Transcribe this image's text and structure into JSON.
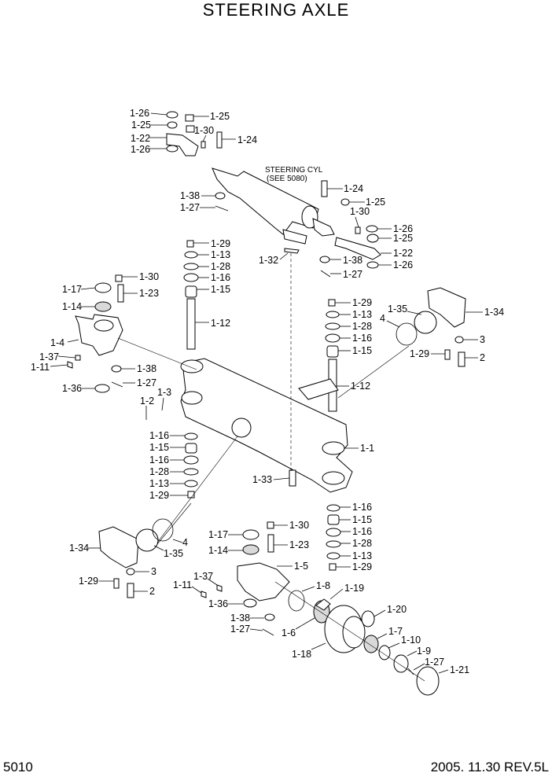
{
  "title": "STEERING AXLE",
  "page_number": "5010",
  "revision": "2005. 11.30  REV.5L",
  "note_lines": [
    "STEERING CYL",
    "(SEE 5080)"
  ],
  "callouts": [
    "1-26",
    "1-25",
    "1-25",
    "1-22",
    "1-26",
    "1-30",
    "1-24",
    "1-38",
    "1-27",
    "1-24",
    "1-25",
    "1-30",
    "1-26",
    "1-25",
    "1-38",
    "1-22",
    "1-26",
    "1-27",
    "1-32",
    "1-29",
    "1-13",
    "1-28",
    "1-16",
    "1-15",
    "1-12",
    "1-30",
    "1-17",
    "1-23",
    "1-14",
    "1-4",
    "1-37",
    "1-11",
    "1-38",
    "1-27",
    "1-36",
    "1-35",
    "1-34",
    "4",
    "1-29",
    "1-13",
    "1-28",
    "1-16",
    "1-15",
    "3",
    "1-29",
    "2",
    "1-12",
    "1-3",
    "1-2",
    "1-16",
    "1-15",
    "1-16",
    "1-28",
    "1-13",
    "1-29",
    "1-1",
    "1-33",
    "1-16",
    "1-15",
    "1-16",
    "1-28",
    "1-13",
    "1-29",
    "1-30",
    "1-17",
    "1-23",
    "1-14",
    "1-5",
    "4",
    "1-35",
    "1-34",
    "3",
    "1-29",
    "2",
    "1-37",
    "1-11",
    "1-36",
    "1-38",
    "1-27",
    "1-8",
    "1-19",
    "1-6",
    "1-18",
    "1-20",
    "1-7",
    "1-10",
    "1-9",
    "1-27",
    "1-21"
  ]
}
